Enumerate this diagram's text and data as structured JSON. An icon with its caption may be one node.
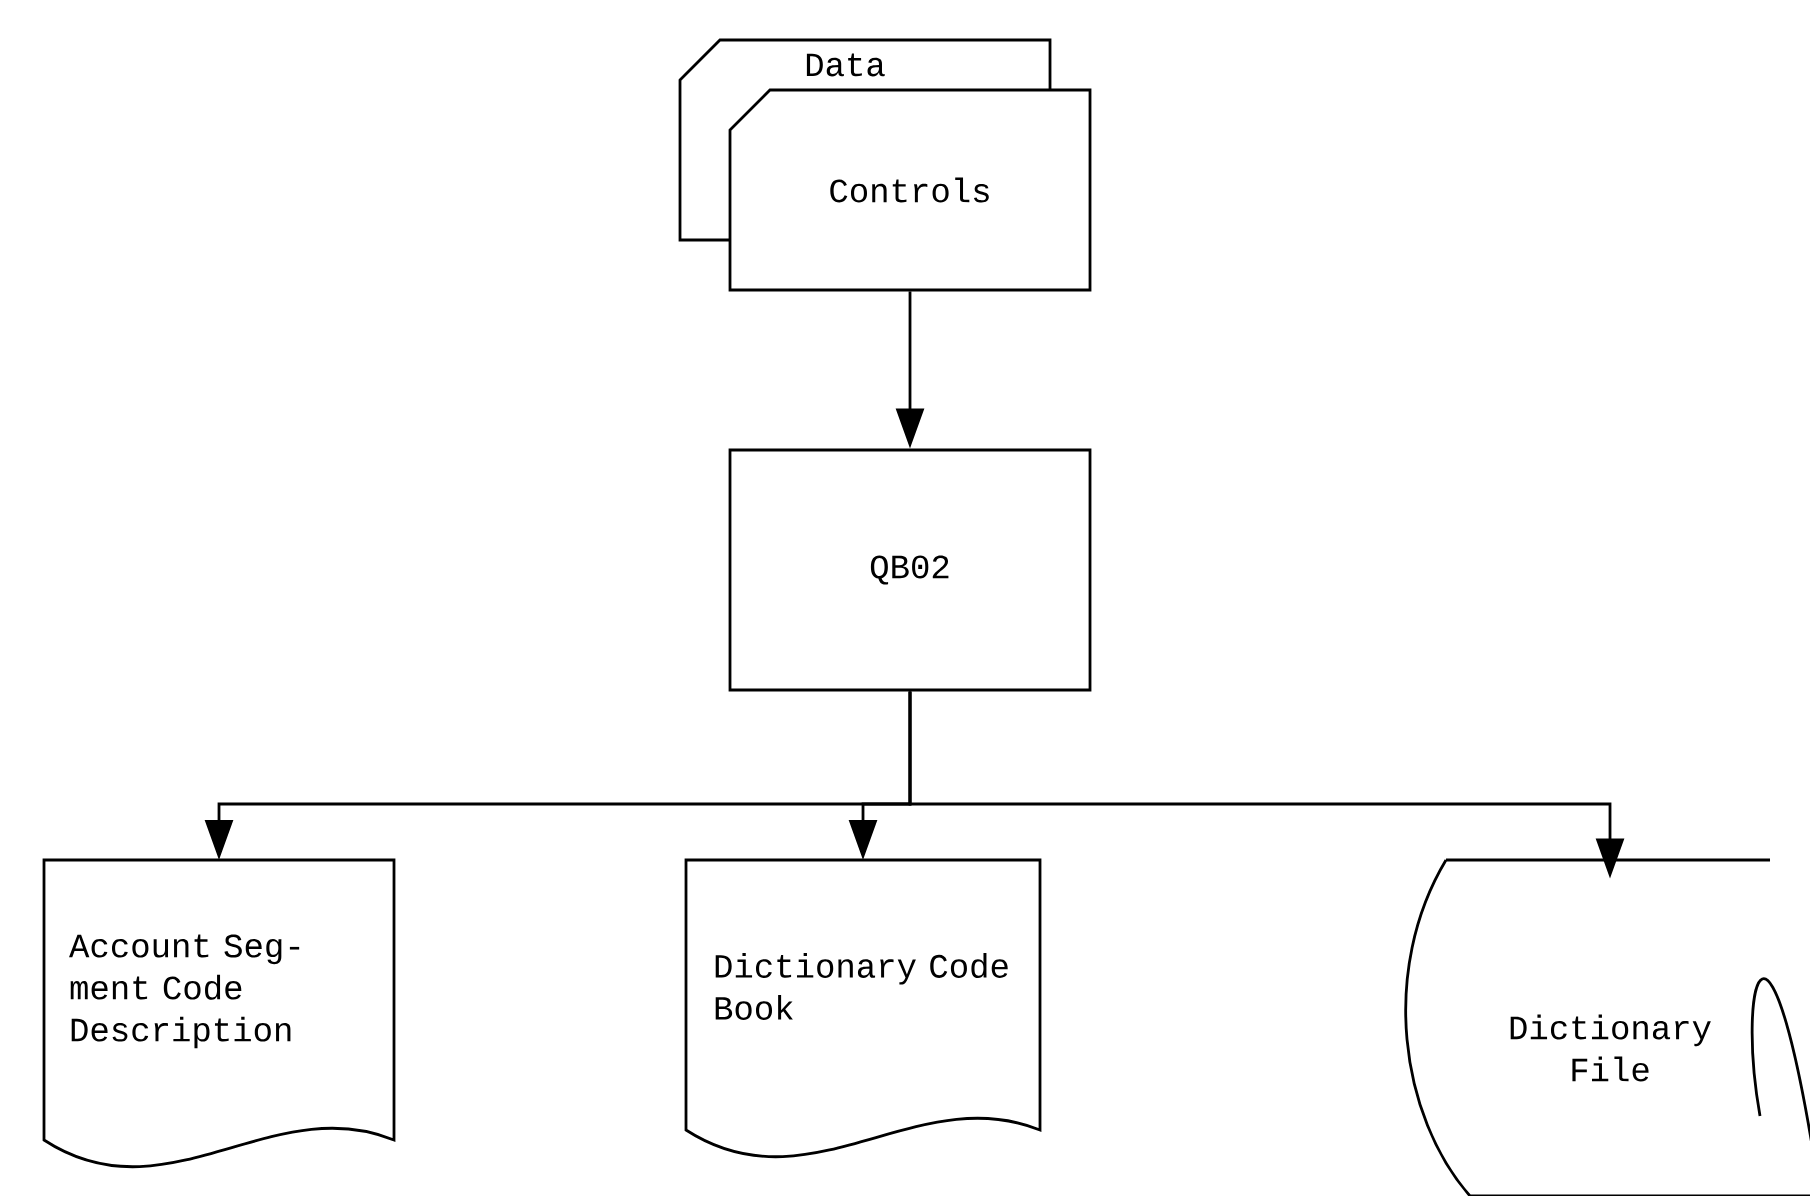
{
  "diagram": {
    "nodes": [
      {
        "text": [
          "Data"
        ]
      },
      {
        "text": [
          "Controls"
        ]
      },
      {
        "text": [
          "QB02"
        ]
      },
      {
        "text": [
          "Account Seg- ment Code Description"
        ]
      },
      {
        "text": [
          "Dictionary Code Book"
        ]
      },
      {
        "text": [
          "Dictionary File"
        ]
      }
    ],
    "edges": [
      {
        "from": 1,
        "to": 2,
        "arrow": "to"
      },
      {
        "from": 2,
        "to": 3,
        "arrow": "to"
      },
      {
        "from": 2,
        "to": 4,
        "arrow": "to"
      },
      {
        "from": 2,
        "to": 5,
        "arrow": "to"
      }
    ]
  }
}
